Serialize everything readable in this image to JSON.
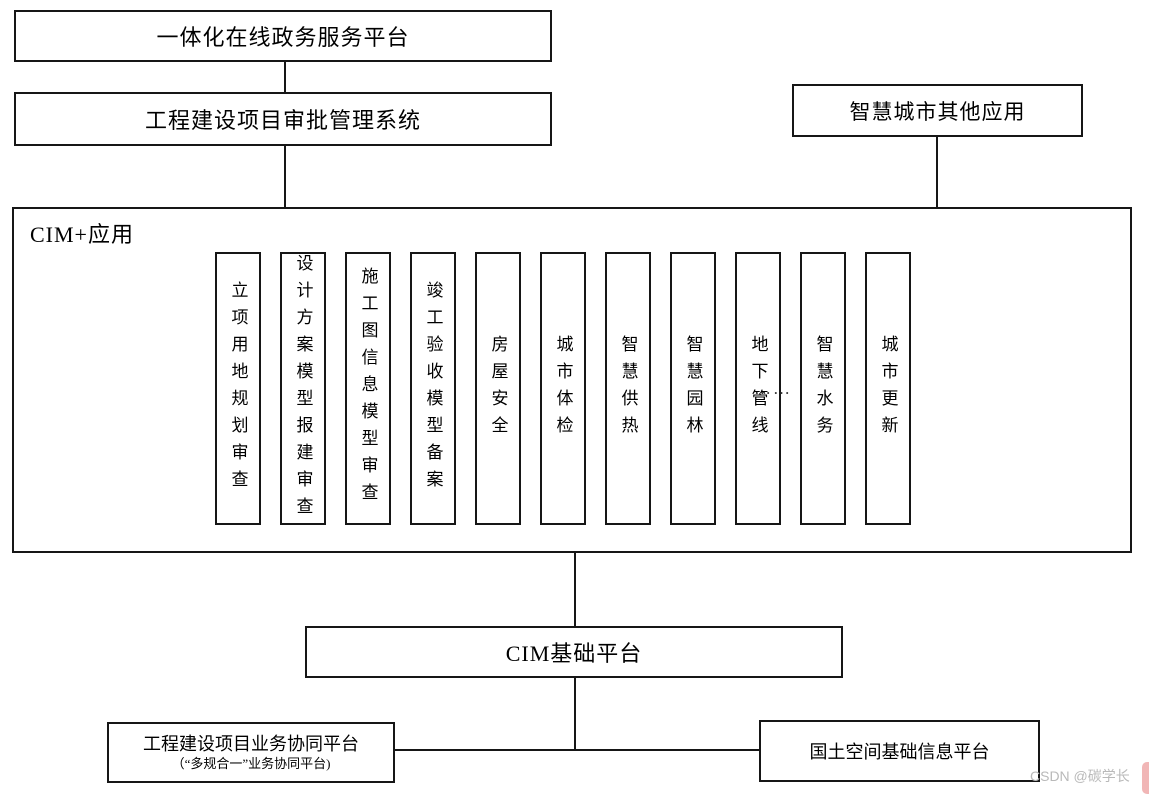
{
  "diagram": {
    "top_box_1": "一体化在线政务服务平台",
    "top_box_2": "工程建设项目审批管理系统",
    "right_box": "智慧城市其他应用",
    "cim_apps": {
      "label": "CIM+应用",
      "columns": [
        "立项用地规划审查",
        "设计方案模型报建审查",
        "施工图信息模型审查",
        "竣工验收模型备案",
        "房屋安全",
        "城市体检",
        "智慧供热",
        "智慧园林",
        "地下管线",
        "智慧水务",
        "城市更新"
      ],
      "ellipsis": "……"
    },
    "cim_base": "CIM基础平台",
    "bottom_left": {
      "title": "工程建设项目业务协同平台",
      "subtitle": "（“多规合一”业务协同平台)"
    },
    "bottom_right": "国土空间基础信息平台",
    "watermark": "CSDN @碳学长"
  },
  "colors": {
    "line": "#161616",
    "background": "#ffffff",
    "watermark_text": "#b9b9b9",
    "corner_accent": "#efa9a9"
  }
}
